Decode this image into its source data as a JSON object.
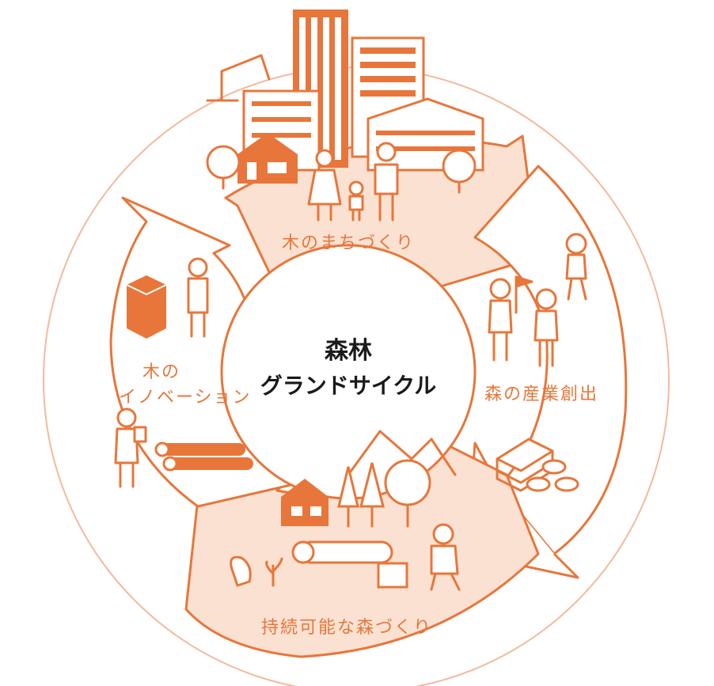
{
  "center": {
    "line1": "森林",
    "line2": "グランドサイクル"
  },
  "stages": {
    "top": "木のまちづくり",
    "right": "森の産業創出",
    "bottom": "持続可能な森づくり",
    "left_line1": "木の",
    "left_line2": "イノベーション"
  },
  "colors": {
    "accent": "#e8763a",
    "fill": "#fbe1d2",
    "text": "#1a1a1a"
  },
  "icons": [
    "building-icon",
    "house-icon",
    "tree-icon",
    "family-icon",
    "crane-icon",
    "worker-icon",
    "flag-icon",
    "money-icon",
    "coin-icon",
    "cabin-icon",
    "log-icon",
    "squirrel-icon",
    "sprout-icon",
    "lumber-icon",
    "researcher-icon"
  ]
}
